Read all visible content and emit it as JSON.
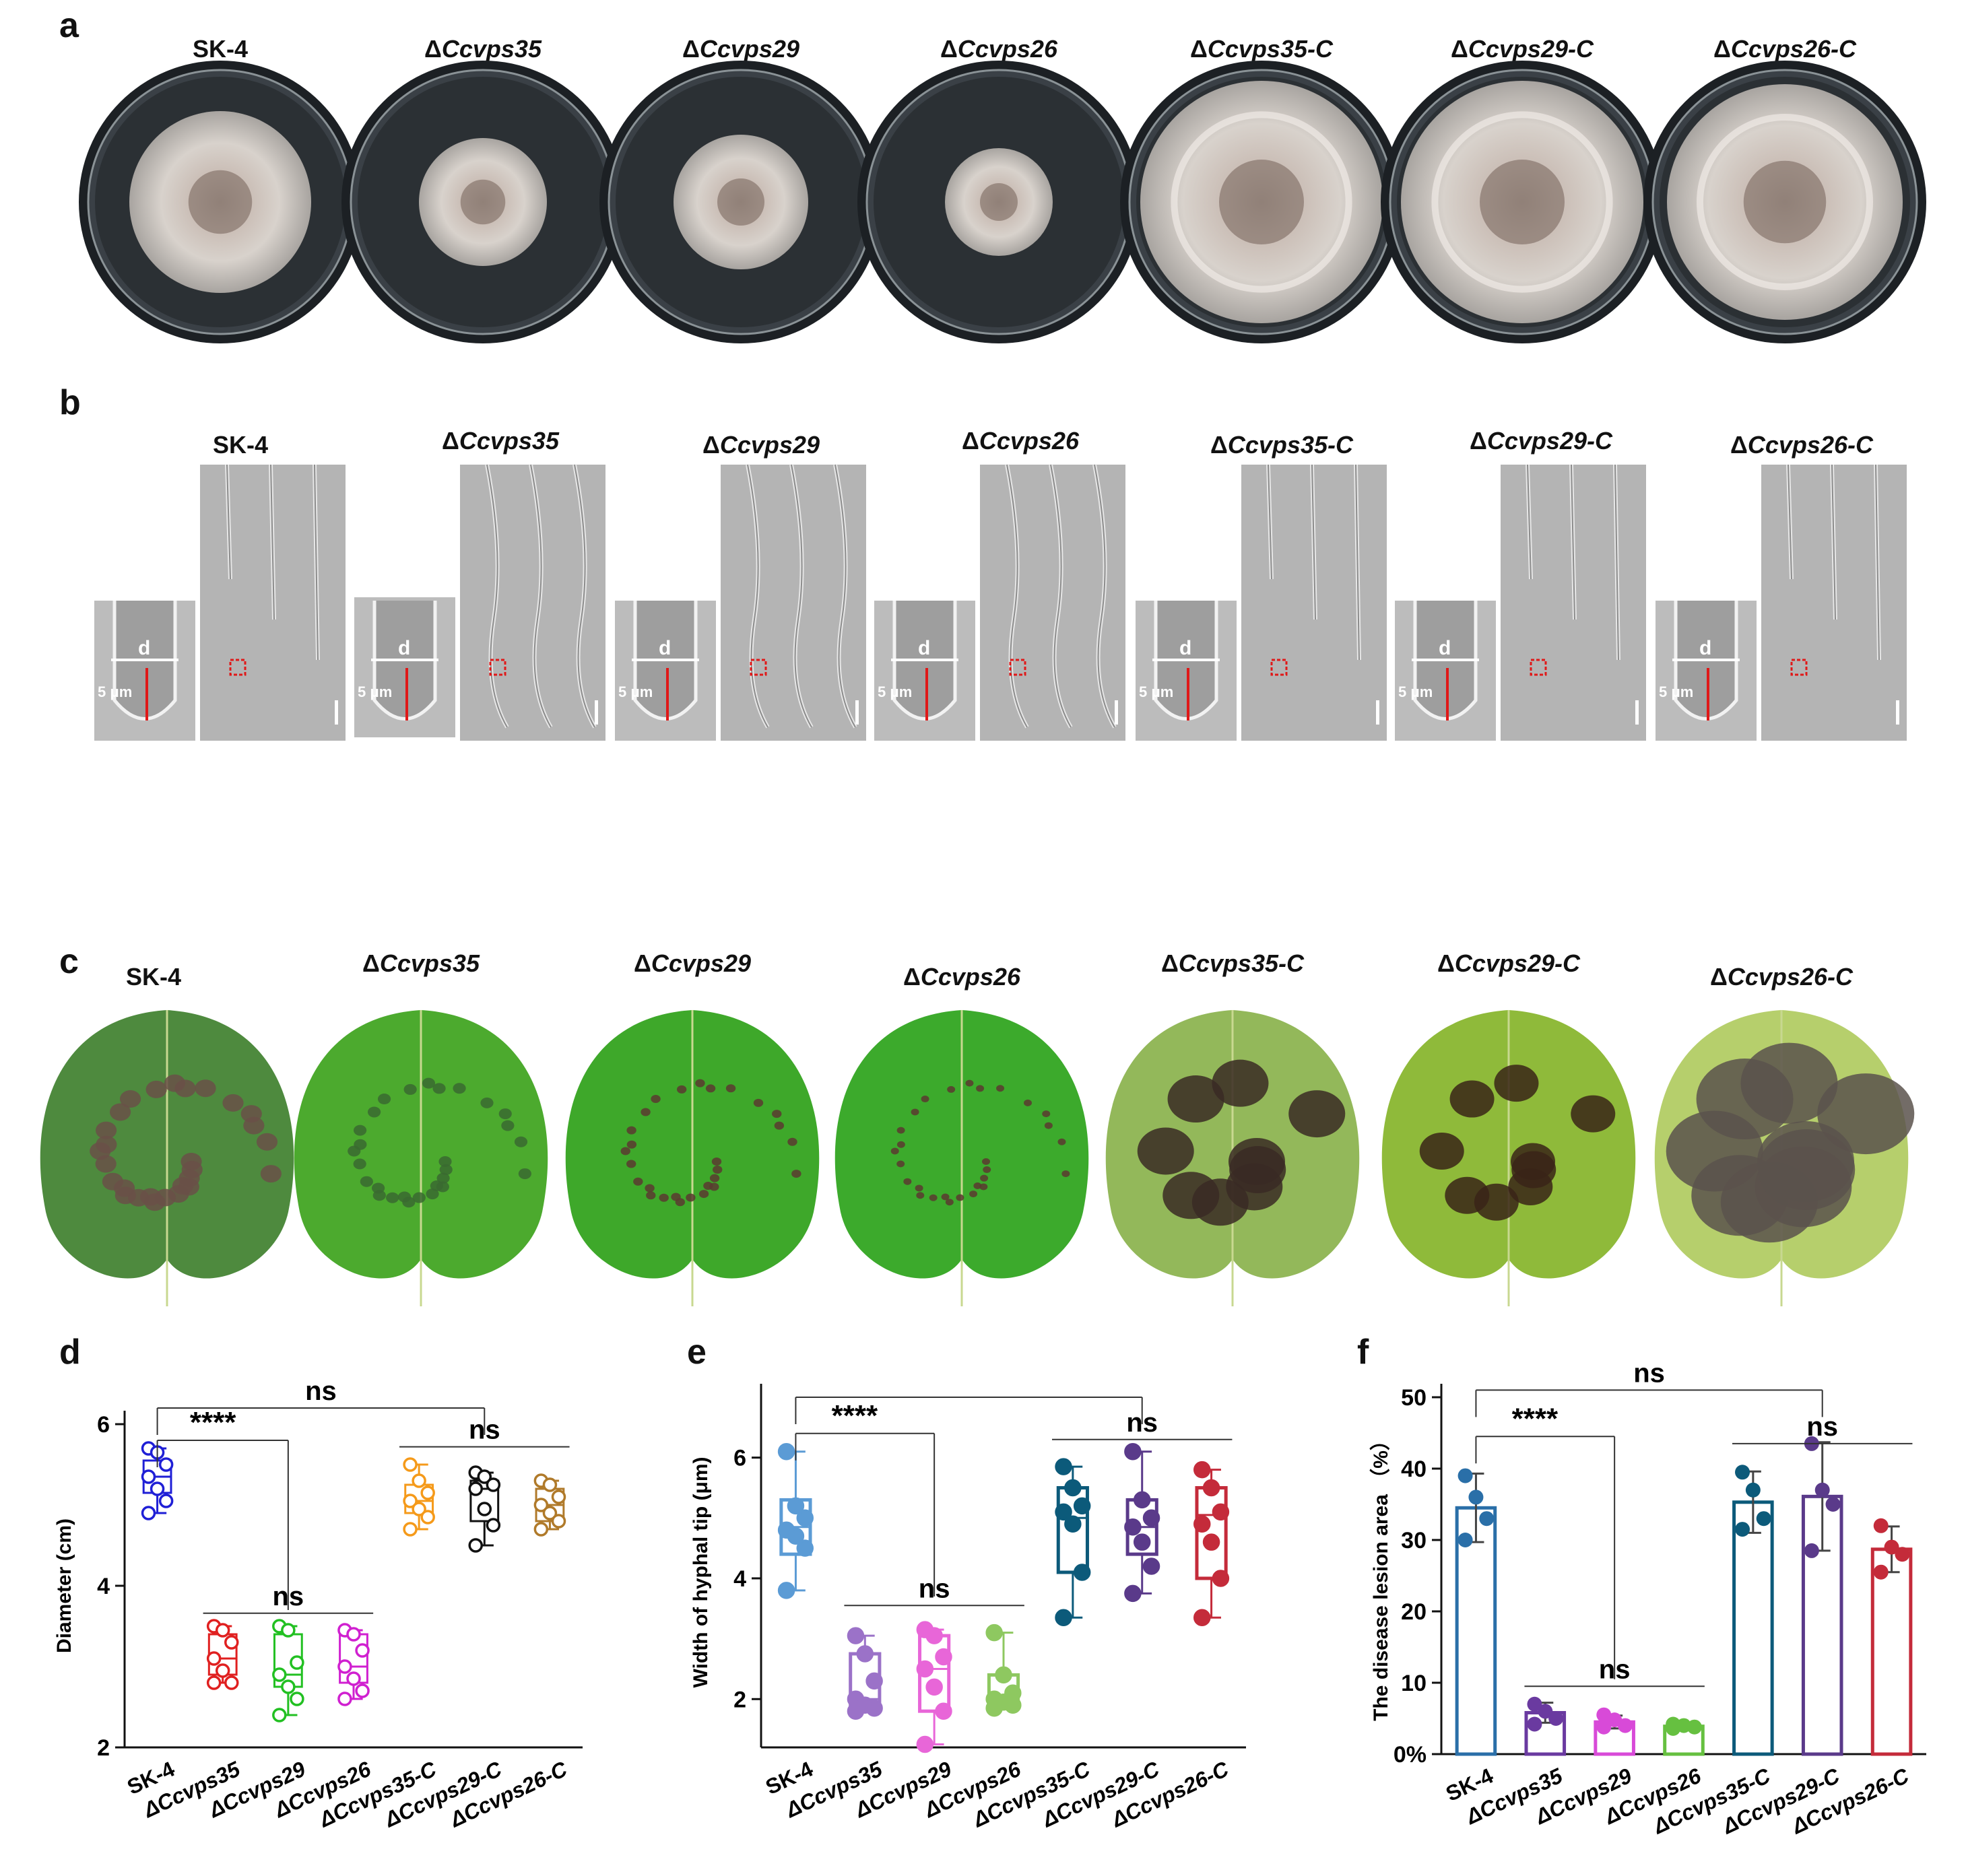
{
  "panels": {
    "a": "a",
    "b": "b",
    "c": "c",
    "d": "d",
    "e": "e",
    "f": "f"
  },
  "strains": [
    "SK-4",
    "ΔCcvps35",
    "ΔCcvps29",
    "ΔCcvps26",
    "ΔCcvps35-C",
    "ΔCcvps29-C",
    "ΔCcvps26-C"
  ],
  "strain_labels": [
    {
      "delta": "",
      "name": "SK-4",
      "italic": false
    },
    {
      "delta": "Δ",
      "name": "Ccvps35",
      "italic": true
    },
    {
      "delta": "Δ",
      "name": "Ccvps29",
      "italic": true
    },
    {
      "delta": "Δ",
      "name": "Ccvps26",
      "italic": true
    },
    {
      "delta": "Δ",
      "name": "Ccvps35-C",
      "italic": true
    },
    {
      "delta": "Δ",
      "name": "Ccvps29-C",
      "italic": true
    },
    {
      "delta": "Δ",
      "name": "Ccvps26-C",
      "italic": true
    }
  ],
  "hyphae": {
    "d_label": "d",
    "scale_label": "5 μm"
  },
  "chart_data": [
    {
      "panel": "d",
      "type": "box",
      "ylabel": "Diameter  (cm)",
      "ylim": [
        2,
        6
      ],
      "yticks": [
        2,
        4,
        6
      ],
      "categories": [
        "SK-4",
        "ΔCcvps35",
        "ΔCcvps29",
        "ΔCcvps26",
        "ΔCcvps35-C",
        "ΔCcvps29-C",
        "ΔCcvps26-C"
      ],
      "colors": [
        "#1f1fd6",
        "#e02020",
        "#22c022",
        "#d020d0",
        "#f59a1a",
        "#111111",
        "#b07a2a"
      ],
      "series": [
        {
          "points": [
            5.7,
            5.65,
            5.5,
            5.35,
            5.2,
            5.05,
            4.9
          ],
          "box": [
            4.9,
            5.15,
            5.35,
            5.55,
            5.7
          ]
        },
        {
          "points": [
            3.5,
            3.45,
            3.3,
            3.1,
            2.95,
            2.8,
            2.8
          ],
          "box": [
            2.8,
            2.9,
            3.1,
            3.4,
            3.5
          ]
        },
        {
          "points": [
            3.5,
            3.45,
            3.05,
            2.9,
            2.75,
            2.6,
            2.4
          ],
          "box": [
            2.4,
            2.75,
            2.9,
            3.4,
            3.5
          ]
        },
        {
          "points": [
            3.45,
            3.4,
            3.2,
            3.0,
            2.85,
            2.7,
            2.6
          ],
          "box": [
            2.6,
            2.8,
            3.0,
            3.4,
            3.45
          ]
        },
        {
          "points": [
            5.5,
            5.3,
            5.15,
            5.05,
            4.95,
            4.85,
            4.7
          ],
          "box": [
            4.7,
            4.9,
            5.05,
            5.25,
            5.5
          ]
        },
        {
          "points": [
            5.4,
            5.35,
            5.25,
            5.2,
            4.95,
            4.75,
            4.5
          ],
          "box": [
            4.5,
            4.8,
            5.2,
            5.3,
            5.4
          ]
        },
        {
          "points": [
            5.3,
            5.25,
            5.1,
            5.0,
            4.9,
            4.8,
            4.7
          ],
          "box": [
            4.7,
            4.8,
            5.0,
            5.2,
            5.3
          ]
        }
      ],
      "annotations": [
        {
          "text": "ns",
          "from": 0,
          "to": 5,
          "y": 6.2
        },
        {
          "text": "****",
          "from": 0,
          "to": 2,
          "y": 5.8
        },
        {
          "text": "ns",
          "from": 4,
          "to": 6,
          "y": 5.72
        },
        {
          "text": "ns",
          "from": 1,
          "to": 3,
          "y": 3.66
        }
      ]
    },
    {
      "panel": "e",
      "type": "box",
      "ylabel": "Width of hyphal tip (μm)",
      "ylim": [
        1.2,
        7
      ],
      "yticks": [
        2,
        4,
        6
      ],
      "categories": [
        "SK-4",
        "ΔCcvps35",
        "ΔCcvps29",
        "ΔCcvps26",
        "ΔCcvps35-C",
        "ΔCcvps29-C",
        "ΔCcvps26-C"
      ],
      "colors": [
        "#5b9bd5",
        "#9b72c8",
        "#e866d8",
        "#8ec860",
        "#0c5a7a",
        "#5a3a8a",
        "#c42b3a"
      ],
      "series": [
        {
          "points": [
            6.1,
            5.2,
            5.0,
            4.8,
            4.7,
            4.5,
            3.8
          ],
          "box": [
            3.8,
            4.4,
            4.85,
            5.3,
            6.1
          ]
        },
        {
          "points": [
            3.05,
            2.75,
            2.3,
            2.0,
            1.9,
            1.85,
            1.8
          ],
          "box": [
            1.8,
            1.85,
            2.0,
            2.75,
            3.05
          ]
        },
        {
          "points": [
            3.15,
            3.05,
            2.7,
            2.5,
            2.2,
            1.8,
            1.25
          ],
          "box": [
            1.25,
            1.8,
            2.5,
            3.05,
            3.15
          ]
        },
        {
          "points": [
            3.1,
            2.4,
            2.1,
            2.0,
            1.95,
            1.9,
            1.85
          ],
          "box": [
            1.85,
            1.9,
            2.0,
            2.4,
            3.1
          ]
        },
        {
          "points": [
            5.85,
            5.5,
            5.2,
            5.1,
            4.9,
            4.1,
            3.35
          ],
          "box": [
            3.35,
            4.1,
            5.0,
            5.5,
            5.85
          ]
        },
        {
          "points": [
            6.1,
            5.3,
            5.0,
            4.85,
            4.6,
            4.2,
            3.75
          ],
          "box": [
            3.75,
            4.4,
            4.85,
            5.3,
            6.1
          ]
        },
        {
          "points": [
            5.8,
            5.5,
            5.1,
            4.9,
            4.6,
            4.0,
            3.35
          ],
          "box": [
            3.35,
            4.0,
            5.05,
            5.5,
            5.8
          ]
        }
      ],
      "annotations": [
        {
          "text": "",
          "from": 0,
          "to": 5,
          "y": 7.0
        },
        {
          "text": "****",
          "from": 0,
          "to": 2,
          "y": 6.4
        },
        {
          "text": "ns",
          "from": 4,
          "to": 6,
          "y": 6.3
        },
        {
          "text": "ns",
          "from": 1,
          "to": 3,
          "y": 3.55
        }
      ]
    },
    {
      "panel": "f",
      "type": "bar",
      "ylabel": "The disease lesion area （%）",
      "ylim": [
        0,
        50
      ],
      "yticks": [
        0,
        10,
        20,
        30,
        40,
        50
      ],
      "ytick_labels": [
        "0%",
        "10",
        "20",
        "30",
        "40",
        "50"
      ],
      "categories": [
        "SK-4",
        "ΔCcvps35",
        "ΔCcvps29",
        "ΔCcvps26",
        "ΔCcvps35-C",
        "ΔCcvps29-C",
        "ΔCcvps26-C"
      ],
      "colors": [
        "#2a6fa8",
        "#6a3aa0",
        "#d84ad8",
        "#66c040",
        "#0c5a7a",
        "#5a3a8a",
        "#c42b3a"
      ],
      "values": [
        34.5,
        5.8,
        4.5,
        3.9,
        35.3,
        36.1,
        28.7
      ],
      "errors": [
        4.8,
        1.4,
        0.9,
        0.4,
        4.3,
        7.6,
        3.2
      ],
      "points": [
        [
          39,
          36,
          33,
          30
        ],
        [
          7,
          6,
          5,
          4.2
        ],
        [
          5.5,
          4.8,
          4,
          3.8
        ],
        [
          4.2,
          4,
          3.8,
          3.6
        ],
        [
          39.5,
          37,
          33,
          31.5
        ],
        [
          43.5,
          37,
          35,
          28.5
        ],
        [
          32,
          29,
          28,
          25.5
        ]
      ],
      "annotations": [
        {
          "text": "ns",
          "from": 0,
          "to": 5,
          "y": 51
        },
        {
          "text": "****",
          "from": 0,
          "to": 2,
          "y": 44.5
        },
        {
          "text": "ns",
          "from": 4,
          "to": 6,
          "y": 43.5
        },
        {
          "text": "ns",
          "from": 1,
          "to": 3,
          "y": 9.5
        }
      ]
    }
  ]
}
